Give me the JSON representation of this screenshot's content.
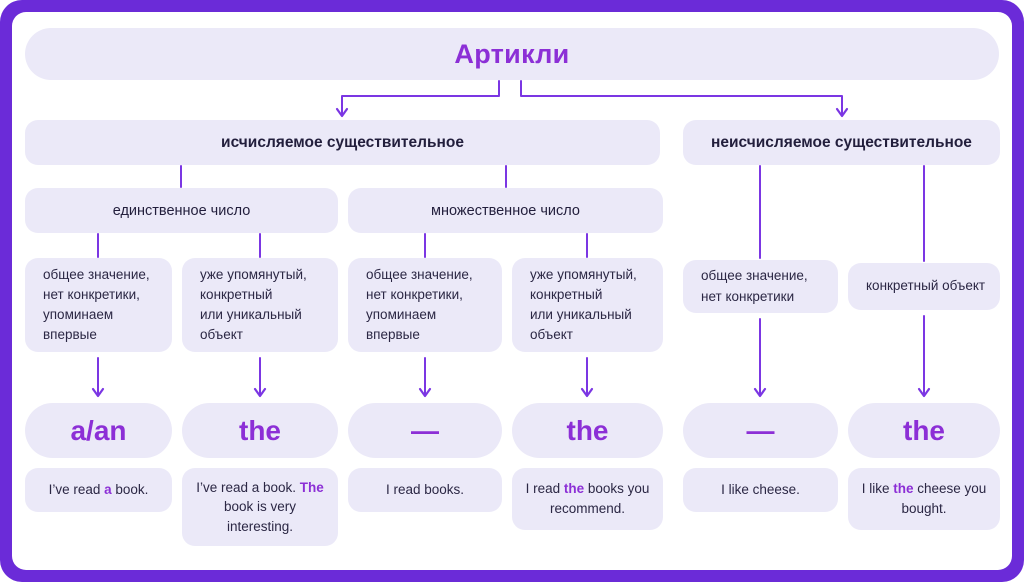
{
  "title": "Артикли",
  "colors": {
    "frame": "#6b2bd8",
    "box_bg": "#ebe9f8",
    "accent": "#8c2fd6",
    "arrow": "#7b36e3",
    "text": "#2b2744"
  },
  "level1": {
    "countable": "исчисляемое существительное",
    "uncountable": "неисчисляемое существительное"
  },
  "level2": {
    "singular": "единственное число",
    "plural": "множественное число"
  },
  "columns": [
    {
      "condition": "общее значение,\nнет конкретики,\nупоминаем\nвпервые",
      "article": "a/an",
      "example_parts": [
        {
          "t": "I’ve read "
        },
        {
          "t": "a",
          "hl": true
        },
        {
          "t": " book."
        }
      ]
    },
    {
      "condition": "уже упомянутый,\nконкретный\nили уникальный\nобъект",
      "article": "the",
      "example_parts": [
        {
          "t": "I’ve read a book. "
        },
        {
          "t": "The",
          "hl": true
        },
        {
          "t": " book is very interesting."
        }
      ]
    },
    {
      "condition": "общее значение,\nнет конкретики,\nупоминаем\nвпервые",
      "article": "—",
      "example_parts": [
        {
          "t": "I read books."
        }
      ]
    },
    {
      "condition": "уже упомянутый,\nконкретный\nили уникальный\nобъект",
      "article": "the",
      "example_parts": [
        {
          "t": "I read "
        },
        {
          "t": "the",
          "hl": true
        },
        {
          "t": " books you recommend."
        }
      ]
    },
    {
      "condition": "общее значение,\nнет конкретики",
      "article": "—",
      "example_parts": [
        {
          "t": "I like cheese."
        }
      ]
    },
    {
      "condition": "конкретный объект",
      "article": "the",
      "example_parts": [
        {
          "t": "I like "
        },
        {
          "t": "the",
          "hl": true
        },
        {
          "t": " cheese you bought."
        }
      ]
    }
  ]
}
